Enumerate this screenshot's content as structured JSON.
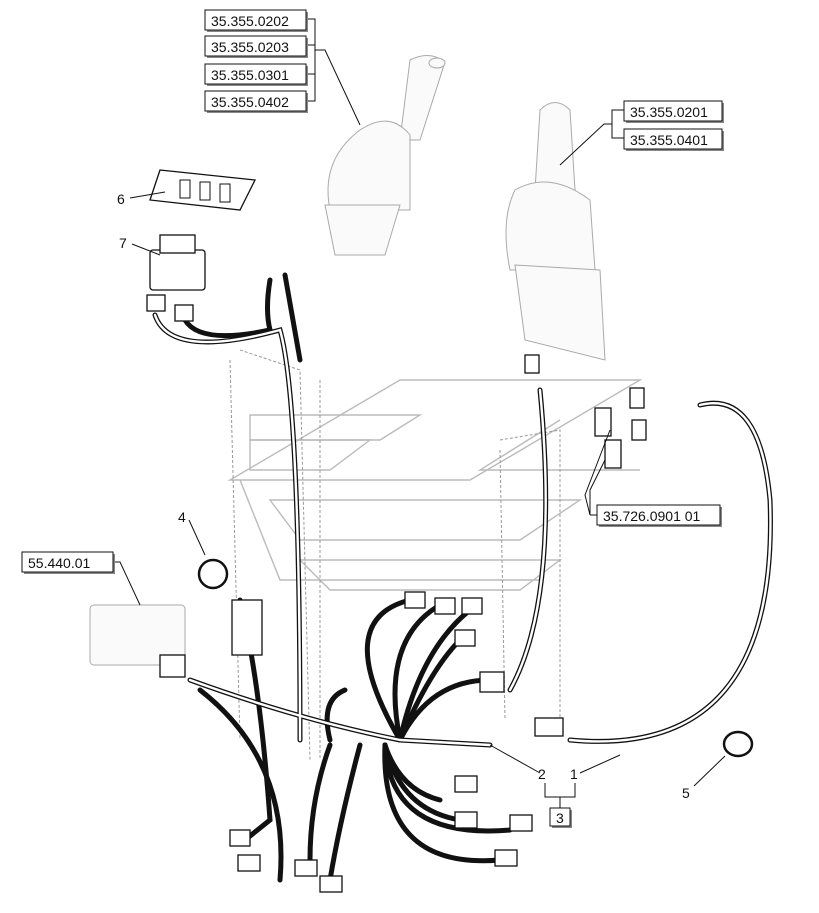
{
  "diagram": {
    "title": "Joystick wiring harness exploded view",
    "references": {
      "left_joystick": [
        "35.355.0202",
        "35.355.0203",
        "35.355.0301",
        "35.355.0402"
      ],
      "right_joystick": [
        "35.355.0201",
        "35.355.0401"
      ],
      "connectors": "35.726.0901 01",
      "control_box": "55.440.01"
    },
    "item_numbers": {
      "harness_1": "1",
      "harness_2": "2",
      "kit_3": "3",
      "clip_4": "4",
      "clip_5": "5",
      "plate_6": "6",
      "relay_7": "7"
    }
  }
}
